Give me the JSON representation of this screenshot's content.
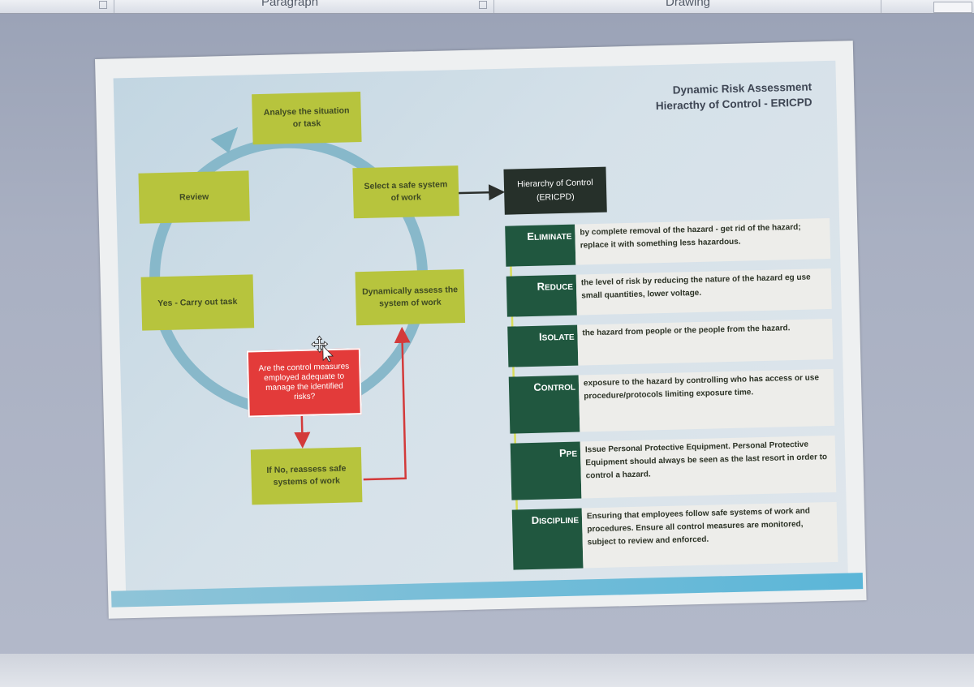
{
  "ribbon": {
    "group_paragraph": "Paragraph",
    "group_drawing": "Drawing"
  },
  "slide": {
    "title_line1": "Dynamic Risk Assessment",
    "title_line2": "Hieracthy of Control - ERICPD",
    "cycle": {
      "analyse": "Analyse the situation or task",
      "select": "Select a safe system of work",
      "review": "Review",
      "carry_out": "Yes - Carry out task",
      "dynamically_assess": "Dynamically assess the system of work",
      "question": "Are the control measures employed adequate to manage the identified risks?",
      "reassess": "If No, reassess safe systems of work"
    },
    "hierarchy": {
      "header_line1": "Hierarchy of Control",
      "header_line2": "(ERICPD)",
      "rows": [
        {
          "first": "E",
          "rest": "LIMINATE",
          "desc": "by complete removal of the hazard - get rid of the hazard; replace it with something less hazardous."
        },
        {
          "first": "R",
          "rest": "EDUCE",
          "desc": "the level of risk by reducing the nature of the hazard eg use small quantities, lower voltage."
        },
        {
          "first": "I",
          "rest": "SOLATE",
          "desc": "the hazard from people or the people from the hazard."
        },
        {
          "first": "C",
          "rest": "ONTROL",
          "desc": "exposure to the hazard by controlling who has access or use procedure/protocols limiting exposure time."
        },
        {
          "first": "P",
          "rest": "PE",
          "desc": "Issue Personal Protective Equipment. Personal Protective Equipment should always be seen as the last resort in order to control a hazard."
        },
        {
          "first": "D",
          "rest": "ISCIPLINE",
          "desc": "Ensuring that employees follow safe systems of work and procedures. Ensure all control measures are monitored, subject to review and enforced."
        }
      ]
    }
  },
  "colors": {
    "node_green": "#b7c43d",
    "question_red": "#e33b3a",
    "label_green": "#20573f",
    "cycle_blue": "#7fb4c6",
    "arrow_red": "#d33a3a"
  }
}
